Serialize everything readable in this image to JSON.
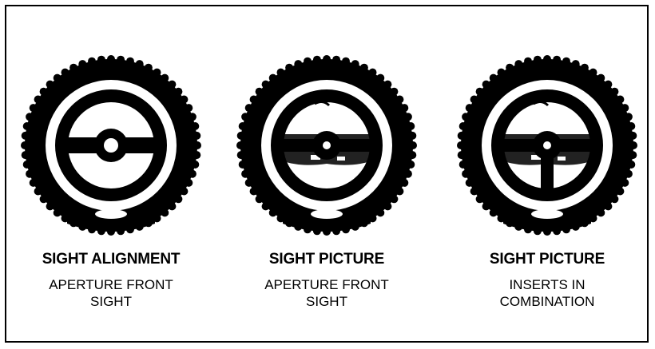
{
  "colors": {
    "ink": "#000000",
    "paper": "#ffffff"
  },
  "panels": [
    {
      "title": "SIGHT ALIGNMENT",
      "subtitle": [
        "APERTURE FRONT",
        "SIGHT"
      ],
      "image": "sight-alignment-aperture-icon"
    },
    {
      "title": "SIGHT PICTURE",
      "subtitle": [
        "APERTURE FRONT",
        "SIGHT"
      ],
      "image": "sight-picture-aperture-icon"
    },
    {
      "title": "SIGHT PICTURE",
      "subtitle": [
        "INSERTS IN",
        "COMBINATION"
      ],
      "image": "sight-picture-inserts-icon"
    }
  ]
}
